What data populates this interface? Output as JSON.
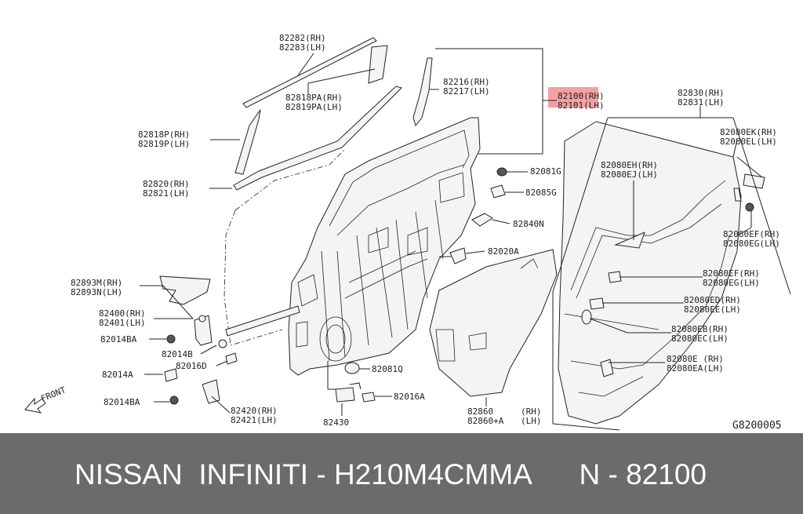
{
  "labels": {
    "l82282": "82282(RH)",
    "l82283": "82283(LH)",
    "l82818pa": "82818PA(RH)",
    "l82819pa": "82819PA(LH)",
    "l82216": "82216(RH)",
    "l82217": "82217(LH)",
    "l82100": "82100(RH)",
    "l82101": "82101(LH)",
    "l82830": "82830(RH)",
    "l82831": "82831(LH)",
    "l82818p": "82818P(RH)",
    "l82819p": "82819P(LH)",
    "l82081g": "82081G",
    "l82085g": "82085G",
    "l82080ek": "82080EK(RH)",
    "l82080el": "82080EL(LH)",
    "l82080eh": "82080EH(RH)",
    "l82080ej": "82080EJ(LH)",
    "l82820": "82820(RH)",
    "l82821": "82821(LH)",
    "l82840n": "82840N",
    "l82080ef_a": "82080EF(RH)",
    "l82080eg_a": "82080EG(LH)",
    "l82020a": "82020A",
    "l82080ef_b": "82080EF(RH)",
    "l82080eg_b": "82080EG(LH)",
    "l82893m": "82893M(RH)",
    "l82893n": "82893N(LH)",
    "l82080ed": "82080ED(RH)",
    "l82080ee": "82080EE(LH)",
    "l82400": "82400(RH)",
    "l82401": "82401(LH)",
    "l82080eb": "82080EB(RH)",
    "l82080ec": "82080EC(LH)",
    "l82014ba_1": "82014BA",
    "l82014b": "82014B",
    "l82080e": "82080E (RH)",
    "l82080ea": "82080EA(LH)",
    "l82016d": "82016D",
    "l82081q": "82081Q",
    "l82014a": "82014A",
    "l82016a": "82016A",
    "l82014ba_2": "82014BA",
    "l82420": "82420(RH)",
    "l82421": "82421(LH)",
    "l82860": "82860",
    "l82860rh": "(RH)",
    "l82860a": "82860+A",
    "l82860lh": "(LH)",
    "l82430": "82430",
    "front": "FRONT",
    "diagram_code": "G8200005"
  },
  "highlight_color": "#f4a0a0",
  "footer": {
    "text": "NISSAN  INFINITI - H210M4CMMA      N - 82100"
  }
}
